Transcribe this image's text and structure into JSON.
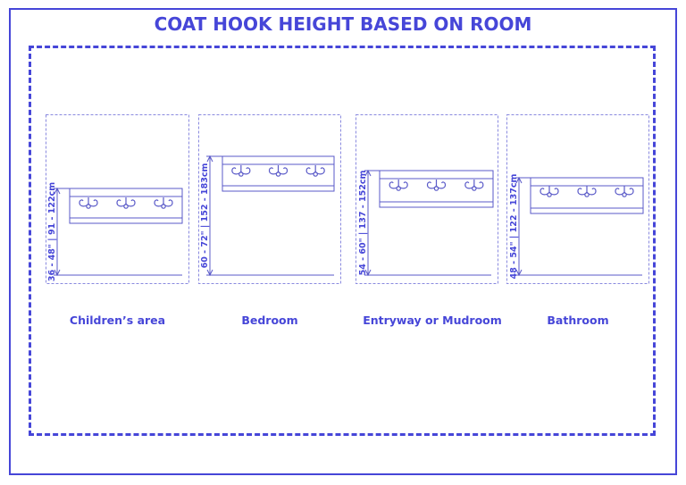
{
  "title": "COAT HOOK HEIGHT BASED ON ROOM",
  "colors": {
    "accent": "#4646d8",
    "line": "#5a5ac8",
    "panel_dash": "#8a8adf"
  },
  "rooms": [
    {
      "label": "Children’s area",
      "height_range": "36 - 48\" | 91 - 122cm",
      "hooks": 3,
      "icon": "triple-coat-hook-icon"
    },
    {
      "label": "Bedroom",
      "height_range": "60 - 72\" | 152 - 183cm",
      "hooks": 3,
      "icon": "triple-coat-hook-icon"
    },
    {
      "label": "Entryway or Mudroom",
      "height_range": "54 - 60\" | 137 - 152cm",
      "hooks": 3,
      "icon": "triple-coat-hook-icon"
    },
    {
      "label": "Bathroom",
      "height_range": "48 - 54\" | 122 - 137cm",
      "hooks": 3,
      "icon": "triple-coat-hook-icon"
    }
  ]
}
